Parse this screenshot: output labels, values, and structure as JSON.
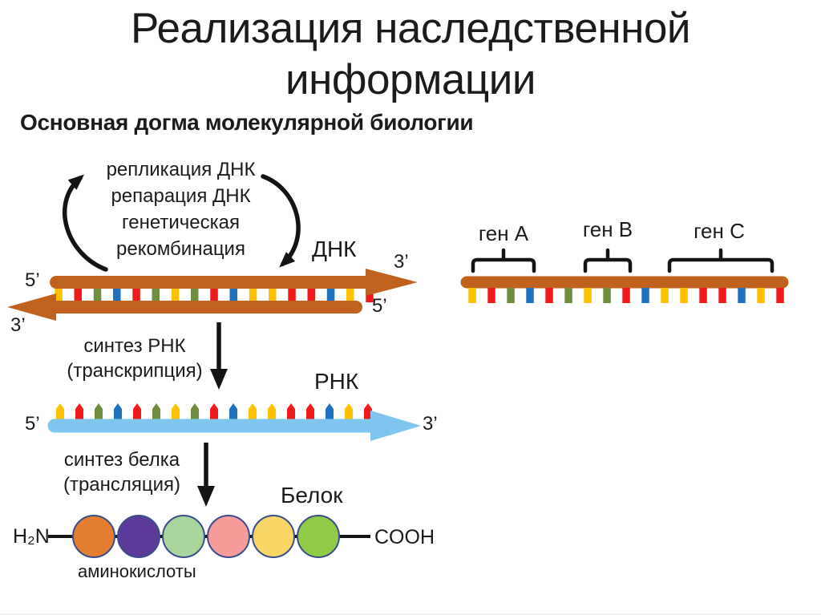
{
  "title": "Реализация наследственной информации",
  "subtitle": "Основная догма молекулярной биологии",
  "colors": {
    "brown": "#C0621E",
    "rna_blue": "#7FC5EE",
    "arrow_black": "#141414",
    "tooth_yellow": "#FFC000",
    "tooth_red": "#EF1A1A",
    "tooth_green": "#6F8F3F",
    "tooth_blue": "#1F72C1",
    "circle_outline": "#3B4E8C"
  },
  "cycle": {
    "lines": [
      "репликация ДНК",
      "репарация ДНК",
      "генетическая",
      "рекомбинация"
    ]
  },
  "dna": {
    "label": "ДНК",
    "top_left_end": "5’",
    "top_right_end": "3’",
    "bottom_left_end": "3’",
    "bottom_right_end": "5’",
    "teeth": [
      "yellow",
      "red",
      "green",
      "blue",
      "red",
      "green",
      "yellow",
      "green",
      "red",
      "blue",
      "yellow",
      "yellow",
      "red",
      "red",
      "blue",
      "yellow",
      "red"
    ]
  },
  "transcription": {
    "lines": [
      "синтез РНК",
      "(транскрипция)"
    ]
  },
  "rna": {
    "label": "РНК",
    "left_end": "5’",
    "right_end": "3’",
    "teeth": [
      "yellow",
      "red",
      "green",
      "blue",
      "red",
      "green",
      "yellow",
      "green",
      "red",
      "blue",
      "yellow",
      "yellow",
      "red",
      "red",
      "blue",
      "yellow",
      "red"
    ]
  },
  "translation": {
    "lines": [
      "синтез белка",
      "(трансляция)"
    ]
  },
  "protein": {
    "label": "Белок",
    "n_terminus": "H₂N",
    "c_terminus": "COOH",
    "amino_acids_label": "аминокислоты",
    "circle_colors": [
      "#E57E31",
      "#5C3A99",
      "#A9D69C",
      "#F89B9B",
      "#FAD567",
      "#8FCB47"
    ]
  },
  "genes": {
    "items": [
      {
        "label": "ген A"
      },
      {
        "label": "ген B"
      },
      {
        "label": "ген C"
      }
    ],
    "teeth": [
      "yellow",
      "red",
      "green",
      "blue",
      "red",
      "green",
      "yellow",
      "green",
      "red",
      "blue",
      "yellow",
      "yellow",
      "red",
      "red",
      "blue",
      "yellow",
      "red"
    ]
  }
}
